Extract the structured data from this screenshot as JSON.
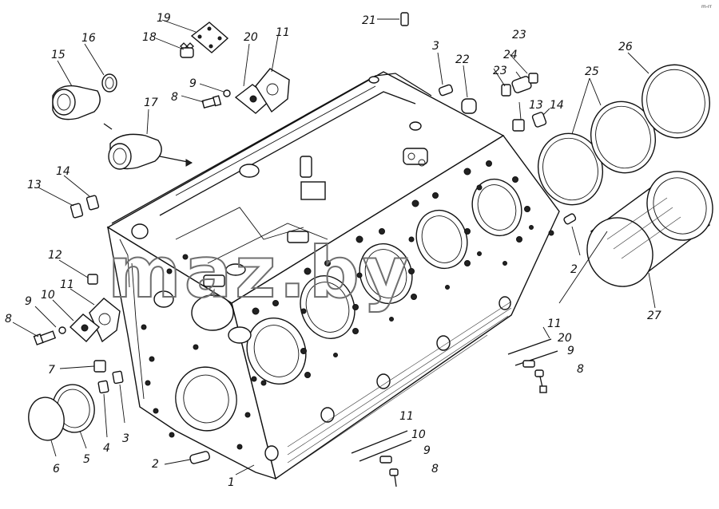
{
  "corner_mark": "m-rr",
  "watermark": "maz.by",
  "labels": {
    "l1": "1",
    "l2a": "2",
    "l2b": "2",
    "l3a": "3",
    "l3b": "3",
    "l4": "4",
    "l5": "5",
    "l6": "6",
    "l7": "7",
    "l8a": "8",
    "l8b": "8",
    "l8c": "8",
    "l8d": "8",
    "l9a": "9",
    "l9b": "9",
    "l9c": "9",
    "l9d": "9",
    "l10a": "10",
    "l10b": "10",
    "l11a": "11",
    "l11b": "11",
    "l11c": "11",
    "l11d": "11",
    "l12": "12",
    "l13a": "13",
    "l13b": "13",
    "l14a": "14",
    "l14b": "14",
    "l15": "15",
    "l16": "16",
    "l17": "17",
    "l18": "18",
    "l19": "19",
    "l20a": "20",
    "l20b": "20",
    "l21": "21",
    "l22": "22",
    "l23a": "23",
    "l23b": "23",
    "l24": "24",
    "l25": "25",
    "l26": "26",
    "l27": "27"
  }
}
